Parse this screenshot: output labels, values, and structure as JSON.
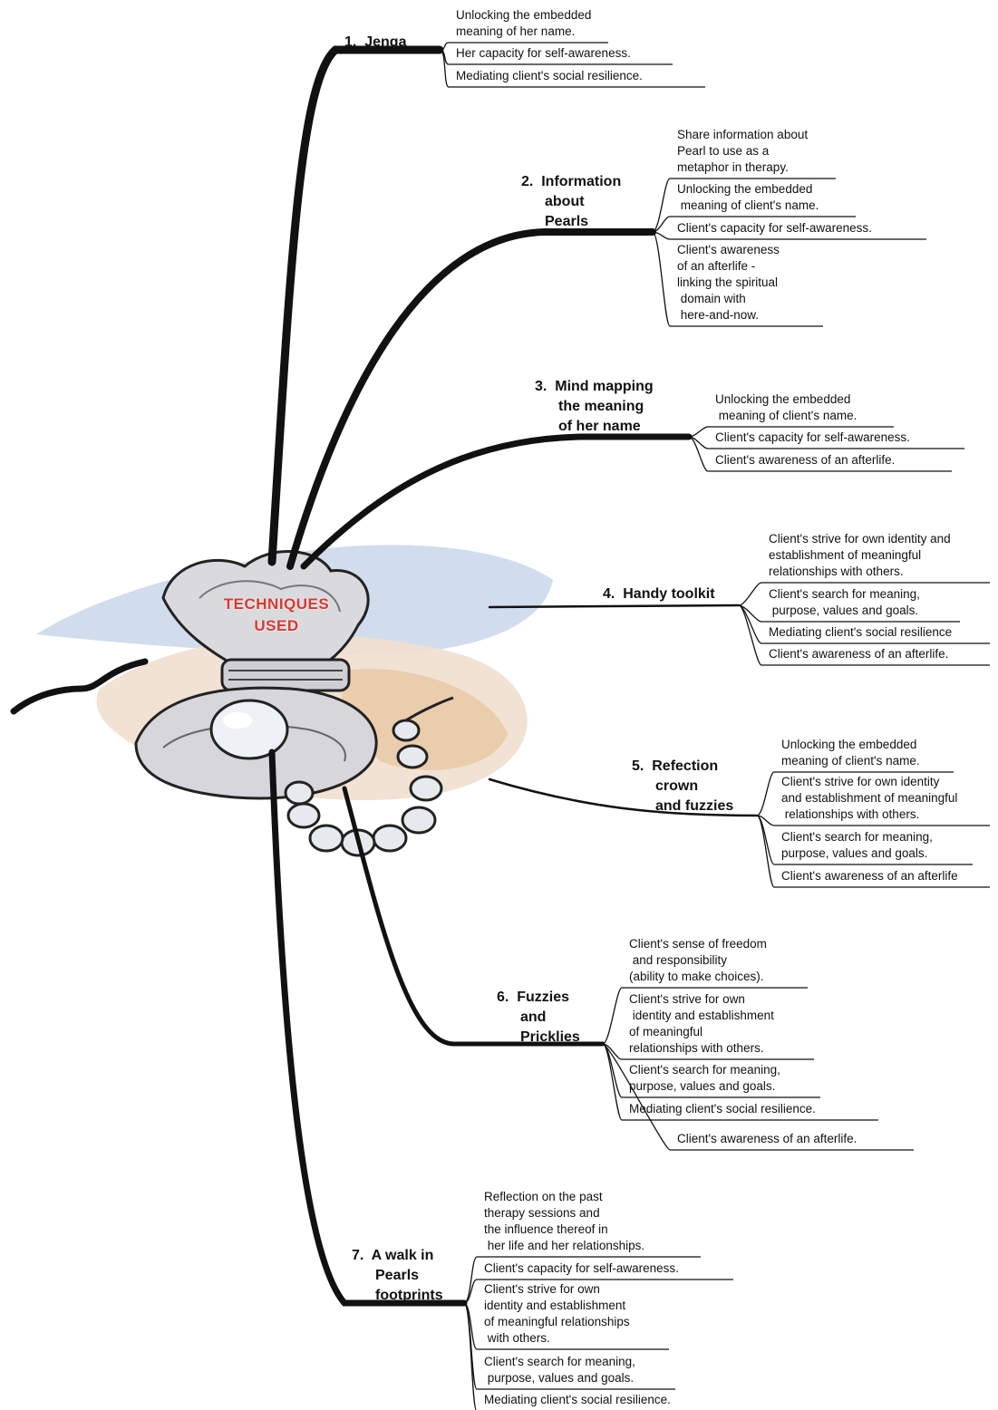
{
  "center": {
    "line1": "TECHNIQUES",
    "line2": "USED"
  },
  "branches": [
    {
      "number": "1.",
      "title": [
        "Jenga"
      ],
      "items": [
        "Unlocking the embedded\nmeaning of her name.",
        "Her capacity for self-awareness.",
        "Mediating client's social resilience."
      ]
    },
    {
      "number": "2.",
      "title": [
        "Information",
        "about",
        "Pearls"
      ],
      "items": [
        "Share information about\nPearl to use as a\nmetaphor in therapy.",
        "Unlocking the embedded\n meaning of client's name.",
        "Client's capacity for self-awareness.",
        "Client's awareness\nof an afterlife -\nlinking the spiritual\n domain with\n here-and-now."
      ]
    },
    {
      "number": "3.",
      "title": [
        "Mind mapping",
        "the meaning",
        "of her name"
      ],
      "items": [
        "Unlocking the embedded\n meaning of client's name.",
        "Client's capacity for self-awareness.",
        "Client's awareness of an afterlife."
      ]
    },
    {
      "number": "4.",
      "title": [
        "Handy toolkit"
      ],
      "items": [
        "Client's strive for own identity and\nestablishment of meaningful\nrelationships with others.",
        "Client's search for meaning,\n purpose, values and goals.",
        "Mediating client's social resilience",
        "Client's awareness of an afterlife."
      ]
    },
    {
      "number": "5.",
      "title": [
        "Refection",
        "crown",
        "and fuzzies"
      ],
      "items": [
        "Unlocking the embedded\nmeaning of client's name.",
        "Client's strive for own identity\nand establishment of meaningful\n relationships with others.",
        "Client's search for meaning,\npurpose, values and goals.",
        "Client's awareness of an afterlife"
      ]
    },
    {
      "number": "6.",
      "title": [
        "Fuzzies",
        "and",
        "Pricklies"
      ],
      "items": [
        "Client's sense of freedom\n and responsibility\n(ability to make choices).",
        "Client's strive for own\n identity and establishment\nof meaningful\nrelationships with others.",
        "Client's search for meaning,\npurpose, values and goals.",
        "Mediating client's social resilience.",
        "Client's awareness of an afterlife."
      ]
    },
    {
      "number": "7.",
      "title": [
        "A walk in",
        "Pearls",
        "footprints"
      ],
      "items": [
        "Reflection on the past\ntherapy sessions and\nthe influence thereof in\n her life and her relationships.",
        "Client's capacity for self-awareness.",
        "Client's strive for own\nidentity and establishment\nof meaningful relationships\n with others.",
        "Client's search for meaning,\n purpose, values and goals.",
        "Mediating client's social resilience."
      ]
    }
  ]
}
